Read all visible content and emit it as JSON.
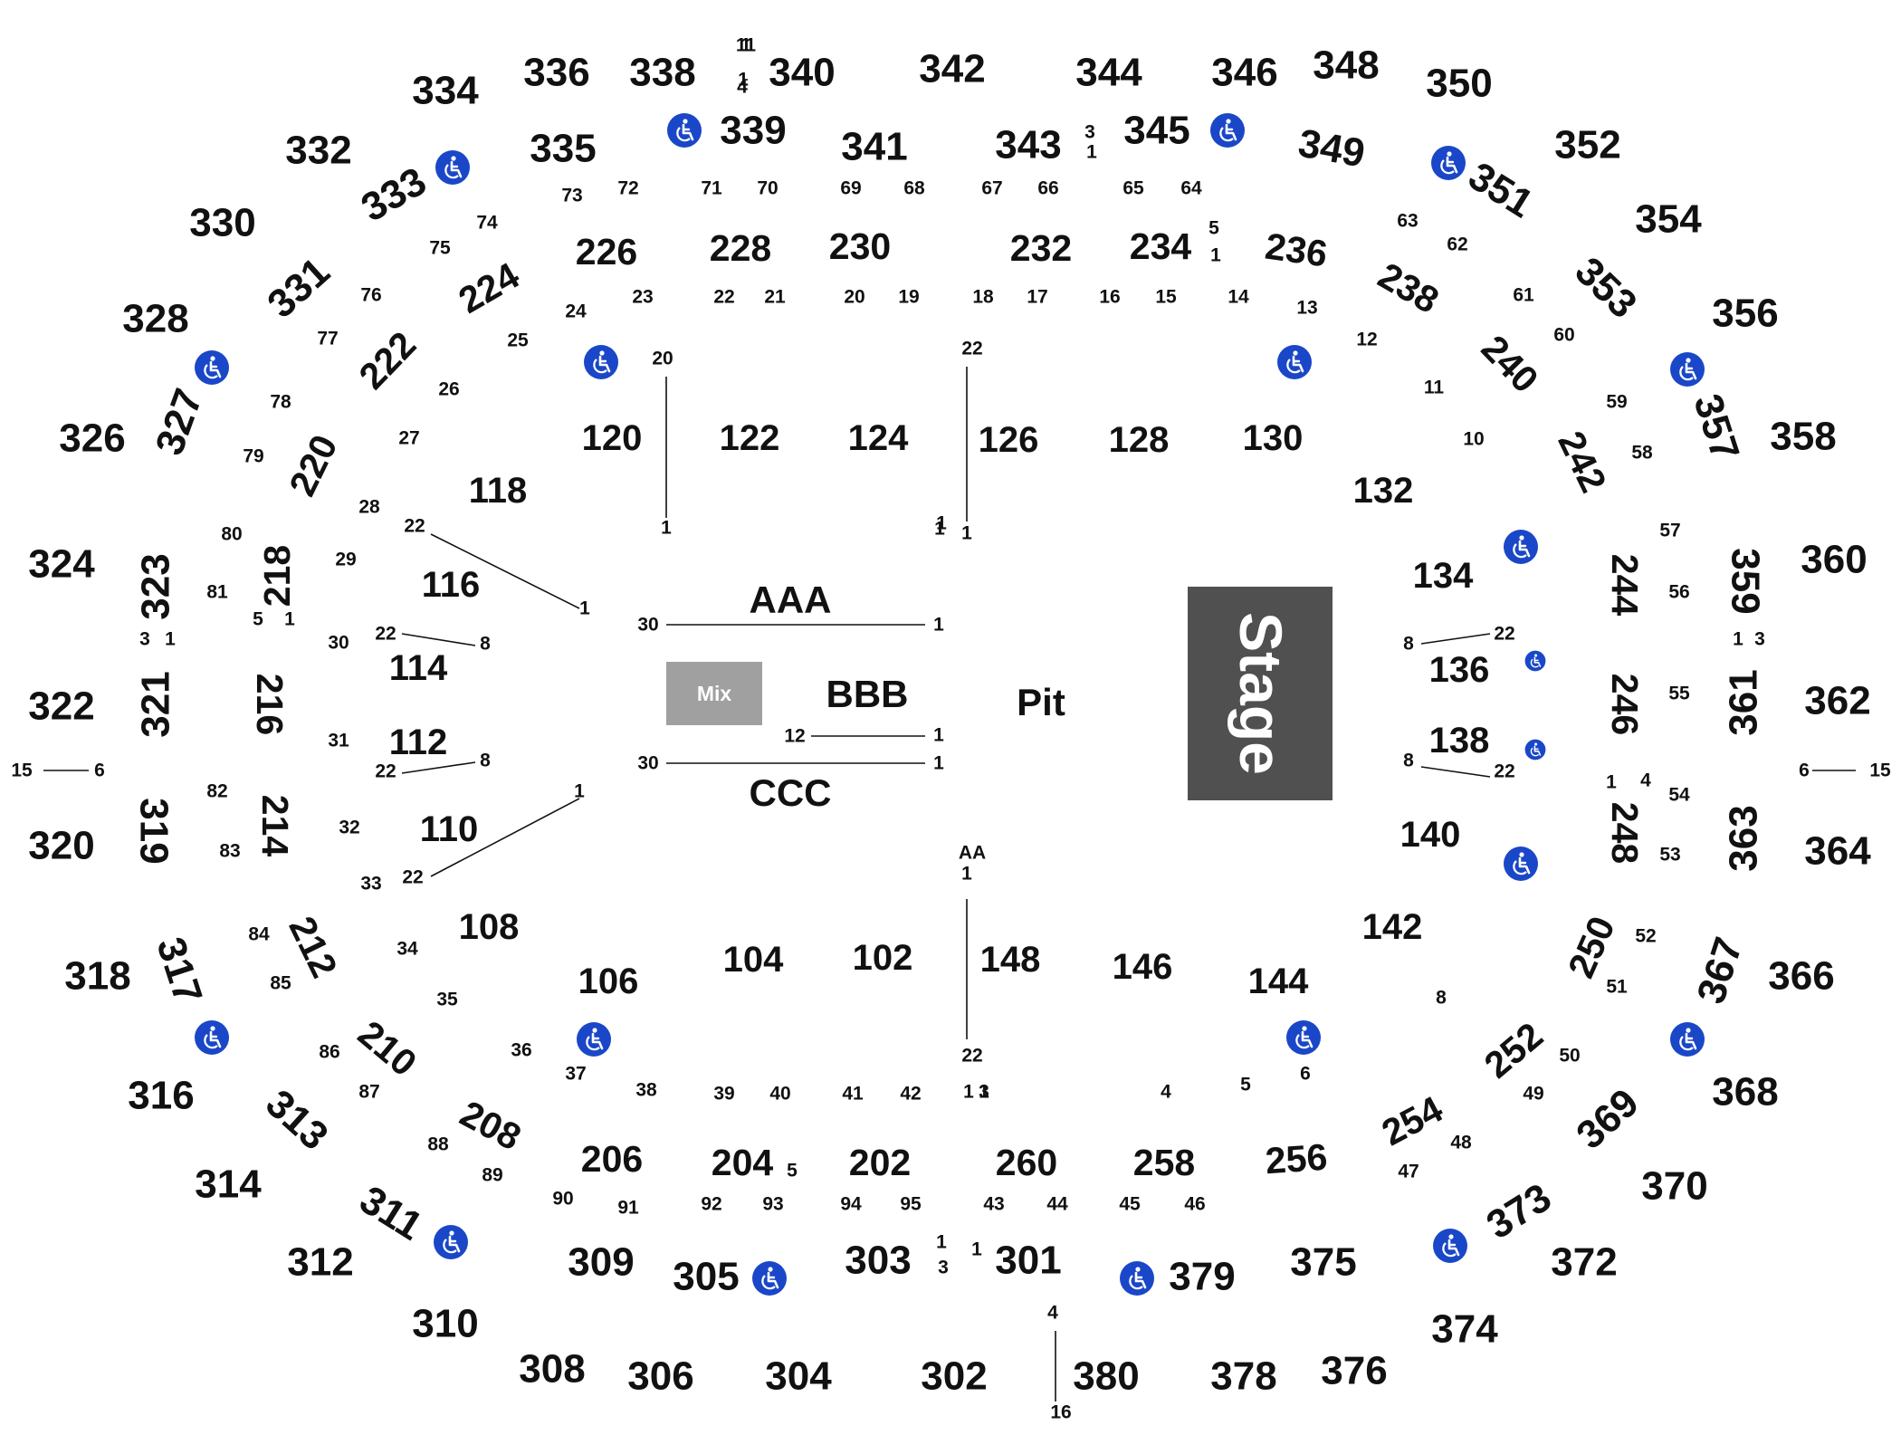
{
  "venue_map": {
    "stage_label": "Stage",
    "mix_label": "Mix",
    "pit_label": "Pit",
    "floor_sections": [
      "AAA",
      "BBB",
      "CCC"
    ],
    "stage_color": "#505050",
    "mix_color": "#a0a0a0",
    "accessible_icon_color": "#1a47c8",
    "sections_300": [
      "301",
      "302",
      "303",
      "304",
      "305",
      "306",
      "308",
      "309",
      "310",
      "311",
      "312",
      "313",
      "314",
      "316",
      "317",
      "318",
      "319",
      "320",
      "321",
      "322",
      "323",
      "324",
      "326",
      "327",
      "328",
      "330",
      "331",
      "332",
      "333",
      "334",
      "335",
      "336",
      "338",
      "339",
      "340",
      "341",
      "342",
      "343",
      "344",
      "345",
      "346",
      "348",
      "349",
      "350",
      "351",
      "352",
      "353",
      "354",
      "356",
      "357",
      "358",
      "359",
      "360",
      "361",
      "362",
      "363",
      "364",
      "366",
      "367",
      "368",
      "369",
      "370",
      "372",
      "373",
      "374",
      "375",
      "376",
      "378",
      "379",
      "380"
    ],
    "sections_200": [
      "202",
      "204",
      "206",
      "208",
      "210",
      "212",
      "214",
      "216",
      "218",
      "220",
      "222",
      "224",
      "226",
      "228",
      "230",
      "232",
      "234",
      "236",
      "238",
      "240",
      "242",
      "244",
      "246",
      "248",
      "250",
      "252",
      "254",
      "256",
      "258",
      "260"
    ],
    "sections_100": [
      "102",
      "104",
      "106",
      "108",
      "110",
      "112",
      "114",
      "116",
      "118",
      "120",
      "122",
      "124",
      "126",
      "128",
      "130",
      "132",
      "134",
      "136",
      "138",
      "140",
      "142",
      "144",
      "146",
      "148"
    ],
    "row_labels": [
      "1",
      "3",
      "4",
      "5",
      "6",
      "8",
      "10",
      "11",
      "12",
      "13",
      "14",
      "15",
      "16",
      "17",
      "18",
      "19",
      "20",
      "21",
      "22",
      "23",
      "24",
      "25",
      "26",
      "27",
      "28",
      "29",
      "30",
      "31",
      "32",
      "33",
      "34",
      "35",
      "36",
      "37",
      "38",
      "39",
      "40",
      "41",
      "42",
      "43",
      "44",
      "45",
      "46",
      "47",
      "48",
      "49",
      "50",
      "51",
      "52",
      "53",
      "54",
      "55",
      "56",
      "57",
      "58",
      "59",
      "60",
      "61",
      "62",
      "63",
      "64",
      "65",
      "66",
      "67",
      "68",
      "69",
      "70",
      "71",
      "72",
      "73",
      "74",
      "75",
      "76",
      "77",
      "78",
      "79",
      "80",
      "81",
      "82",
      "83",
      "84",
      "85",
      "86",
      "87",
      "88",
      "89",
      "90",
      "91",
      "92",
      "93",
      "94",
      "95",
      "AA"
    ],
    "accessible_icon": "wheelchair-icon"
  }
}
